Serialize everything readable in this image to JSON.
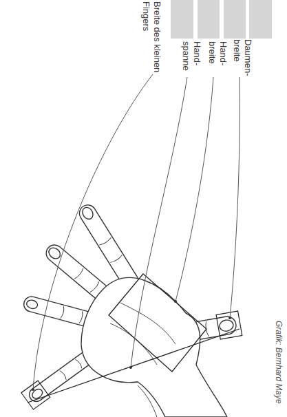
{
  "diagram": {
    "labels": [
      "Breite des kleinen Fingers",
      "Hand- spanne",
      "Hand- breite",
      "Daumen- breite",
      "Grafik: Bernhard Maye"
    ]
  }
}
